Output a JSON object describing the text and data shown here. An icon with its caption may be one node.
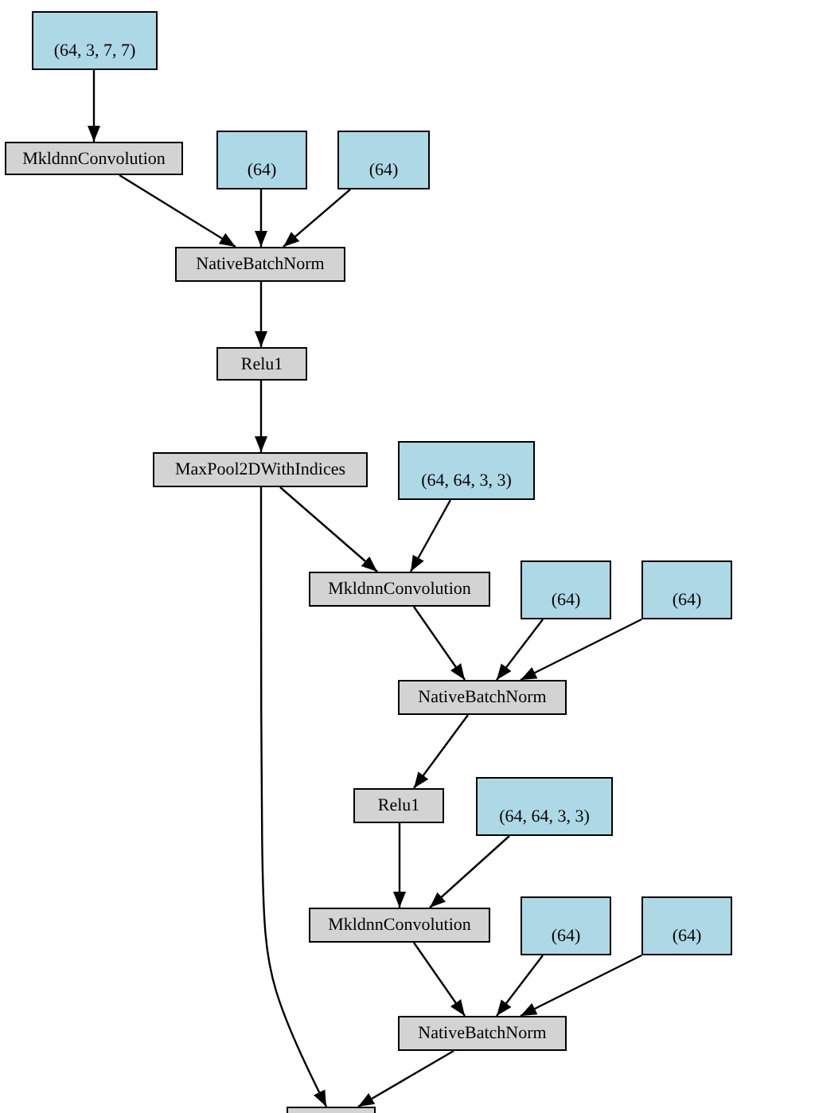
{
  "diagram": {
    "nodes": [
      {
        "text": [
          "(64, 3, 7, 7)"
        ]
      },
      {
        "text": [
          "MkldnnConvolution"
        ]
      },
      {
        "text": [
          "(64)"
        ]
      },
      {
        "text": [
          "(64)"
        ]
      },
      {
        "text": [
          "NativeBatchNorm"
        ]
      },
      {
        "text": [
          "Relu1"
        ]
      },
      {
        "text": [
          "MaxPool2DWithIndices"
        ]
      },
      {
        "text": [
          "(64, 64, 3, 3)"
        ]
      },
      {
        "text": [
          "MkldnnConvolution"
        ]
      },
      {
        "text": [
          "(64)"
        ]
      },
      {
        "text": [
          "(64)"
        ]
      },
      {
        "text": [
          "NativeBatchNorm"
        ]
      },
      {
        "text": [
          "Relu1"
        ]
      },
      {
        "text": [
          "(64, 64, 3, 3)"
        ]
      },
      {
        "text": [
          "MkldnnConvolution"
        ]
      },
      {
        "text": [
          "(64)"
        ]
      },
      {
        "text": [
          "(64)"
        ]
      },
      {
        "text": [
          "NativeBatchNorm"
        ]
      },
      {
        "text": [],
        "shape": "box"
      }
    ],
    "edges": [
      {
        "from": 0,
        "to": 1,
        "arrow": "to"
      },
      {
        "from": 1,
        "to": 4,
        "arrow": "to"
      },
      {
        "from": 2,
        "to": 4,
        "arrow": "to"
      },
      {
        "from": 3,
        "to": 4,
        "arrow": "to"
      },
      {
        "from": 4,
        "to": 5,
        "arrow": "to"
      },
      {
        "from": 5,
        "to": 6,
        "arrow": "to"
      },
      {
        "from": 6,
        "to": 8,
        "arrow": "to"
      },
      {
        "from": 6,
        "to": 18,
        "arrow": "to"
      },
      {
        "from": 7,
        "to": 8,
        "arrow": "to"
      },
      {
        "from": 8,
        "to": 11,
        "arrow": "to"
      },
      {
        "from": 9,
        "to": 11,
        "arrow": "to"
      },
      {
        "from": 10,
        "to": 11,
        "arrow": "to"
      },
      {
        "from": 11,
        "to": 12,
        "arrow": "to"
      },
      {
        "from": 12,
        "to": 14,
        "arrow": "to"
      },
      {
        "from": 13,
        "to": 14,
        "arrow": "to"
      },
      {
        "from": 14,
        "to": 17,
        "arrow": "to"
      },
      {
        "from": 15,
        "to": 17,
        "arrow": "to"
      },
      {
        "from": 16,
        "to": 17,
        "arrow": "to"
      },
      {
        "from": 17,
        "to": 18,
        "arrow": "to"
      }
    ]
  }
}
